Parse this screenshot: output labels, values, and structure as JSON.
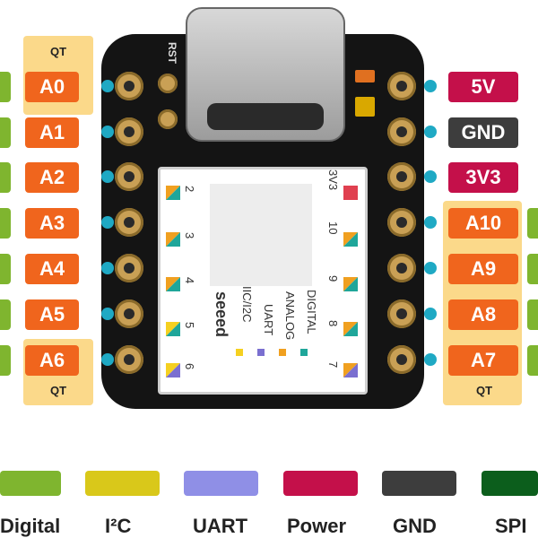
{
  "colors": {
    "analog": "#f0651d",
    "digital": "#7fb52f",
    "i2c": "#d9c81a",
    "uart": "#8f8fe6",
    "power": "#c4104a",
    "gnd": "#3d3d3d",
    "spi": "#0c5e1c",
    "pin_dot": "#1fa9c4",
    "qt_highlight": "#fbd98a"
  },
  "qt": {
    "left_top": "QT",
    "left_bottom": "QT",
    "right_bottom": "QT"
  },
  "left_pins": [
    "A0",
    "A1",
    "A2",
    "A3",
    "A4",
    "A5",
    "A6"
  ],
  "right_pins": [
    {
      "label": "5V",
      "type": "power"
    },
    {
      "label": "GND",
      "type": "gnd"
    },
    {
      "label": "3V3",
      "type": "power"
    },
    {
      "label": "A10",
      "type": "analog"
    },
    {
      "label": "A9",
      "type": "analog"
    },
    {
      "label": "A8",
      "type": "analog"
    },
    {
      "label": "A7",
      "type": "analog"
    }
  ],
  "board": {
    "rst_label": "RST",
    "brand": "seeed",
    "module_left_numbers": [
      "2",
      "3",
      "4",
      "5",
      "6"
    ],
    "module_right_numbers": [
      "3V3",
      "10",
      "9",
      "8",
      "7"
    ],
    "module_legend": [
      "IIC/I2C",
      "UART",
      "ANALOG",
      "DIGITAL"
    ]
  },
  "legend": [
    {
      "label": "Digital",
      "color": "#7fb52f"
    },
    {
      "label": "I²C",
      "color": "#d9c81a"
    },
    {
      "label": "UART",
      "color": "#8f8fe6"
    },
    {
      "label": "Power",
      "color": "#c4104a"
    },
    {
      "label": "GND",
      "color": "#3d3d3d"
    },
    {
      "label": "SPI",
      "color": "#0c5e1c"
    }
  ]
}
